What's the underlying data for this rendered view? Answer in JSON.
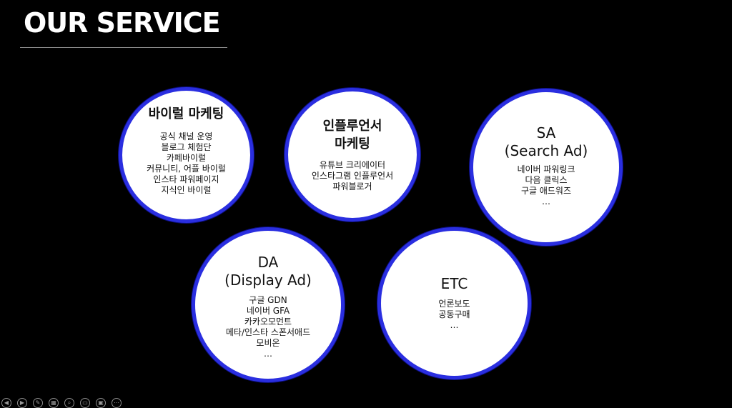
{
  "slide": {
    "title": "OUR SERVICE"
  },
  "circles": [
    {
      "heading": "바이럴 마케팅",
      "items": [
        "공식 채널 운영",
        "블로그 체험단",
        "카페바이럴",
        "커뮤니티, 어플 바이럴",
        "인스타 파워페이지",
        "지식인 바이럴"
      ]
    },
    {
      "heading": "인플루언서\n마케팅",
      "items": [
        "유튜브 크리에이터",
        "인스타그램 인플루언서",
        "파워블로거"
      ]
    },
    {
      "heading": "SA\n(Search Ad)",
      "items": [
        "네이버 파워링크",
        "다음 클릭스",
        "구글 애드워즈",
        "…"
      ]
    },
    {
      "heading": "DA\n(Display Ad)",
      "items": [
        "구글 GDN",
        "네이버 GFA",
        "카카오모먼트",
        "메타/인스타 스폰서애드",
        "모비온",
        "…"
      ]
    },
    {
      "heading": "ETC",
      "items": [
        "언론보도",
        "공동구매",
        "…"
      ]
    }
  ],
  "colors": {
    "background": "#000000",
    "circle_fill": "#ffffff",
    "circle_border": "#2a2ee0"
  },
  "toolbar": {
    "buttons": [
      {
        "icon": "previous-slide-icon",
        "glyph": "◀"
      },
      {
        "icon": "next-slide-icon",
        "glyph": "▶"
      },
      {
        "icon": "pen-icon",
        "glyph": "✎"
      },
      {
        "icon": "slides-grid-icon",
        "glyph": "▦"
      },
      {
        "icon": "zoom-icon",
        "glyph": "⌕"
      },
      {
        "icon": "subtitles-icon",
        "glyph": "▭"
      },
      {
        "icon": "camera-off-icon",
        "glyph": "▣"
      },
      {
        "icon": "more-options-icon",
        "glyph": "⋯"
      }
    ]
  }
}
